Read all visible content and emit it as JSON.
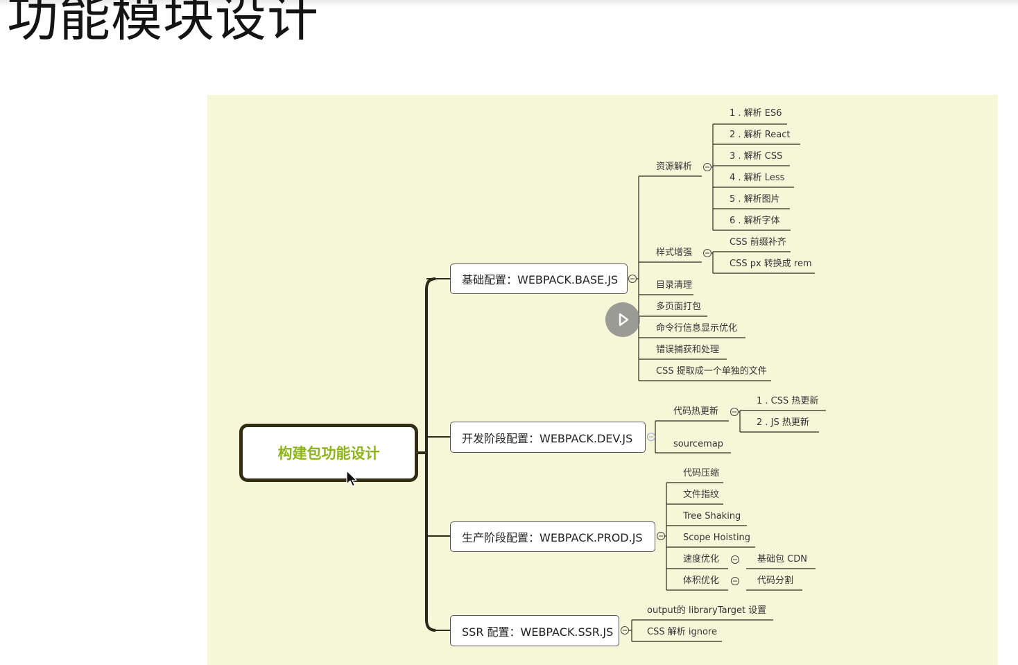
{
  "slide": {
    "title": "功能模块设计"
  },
  "mindmap": {
    "root": "构建包功能设计",
    "base": {
      "label": "基础配置：WEBPACK.BASE.JS",
      "resource": {
        "label": "资源解析",
        "items": [
          "1 . 解析 ES6",
          "2 . 解析 React",
          "3 . 解析 CSS",
          "4 . 解析 Less",
          "5 . 解析图片",
          "6 . 解析字体"
        ]
      },
      "style": {
        "label": "样式增强",
        "items": [
          "CSS 前缀补齐",
          "CSS px 转换成 rem"
        ]
      },
      "others": [
        "目录清理",
        "多页面打包",
        "命令行信息显示优化",
        "错误捕获和处理",
        "CSS 提取成一个单独的文件"
      ]
    },
    "dev": {
      "label": "开发阶段配置：WEBPACK.DEV.JS",
      "hot": {
        "label": "代码热更新",
        "items": [
          "1 . CSS 热更新",
          "2 . JS 热更新"
        ]
      },
      "sourcemap": "sourcemap"
    },
    "prod": {
      "label": "生产阶段配置：WEBPACK.PROD.JS",
      "items": [
        "代码压缩",
        "文件指纹",
        "Tree Shaking",
        "Scope Hoisting"
      ],
      "speed": {
        "label": "速度优化",
        "child": "基础包 CDN"
      },
      "size": {
        "label": "体积优化",
        "child": "代码分割"
      }
    },
    "ssr": {
      "label": "SSR 配置：WEBPACK.SSR.JS",
      "items": [
        "output的 libraryTarget 设置",
        "CSS 解析 ignore"
      ]
    }
  },
  "colors": {
    "canvas": "#f6f7d9",
    "root_text": "#8cb31a",
    "root_border": "#322e14",
    "line": "#2b2a1a"
  }
}
